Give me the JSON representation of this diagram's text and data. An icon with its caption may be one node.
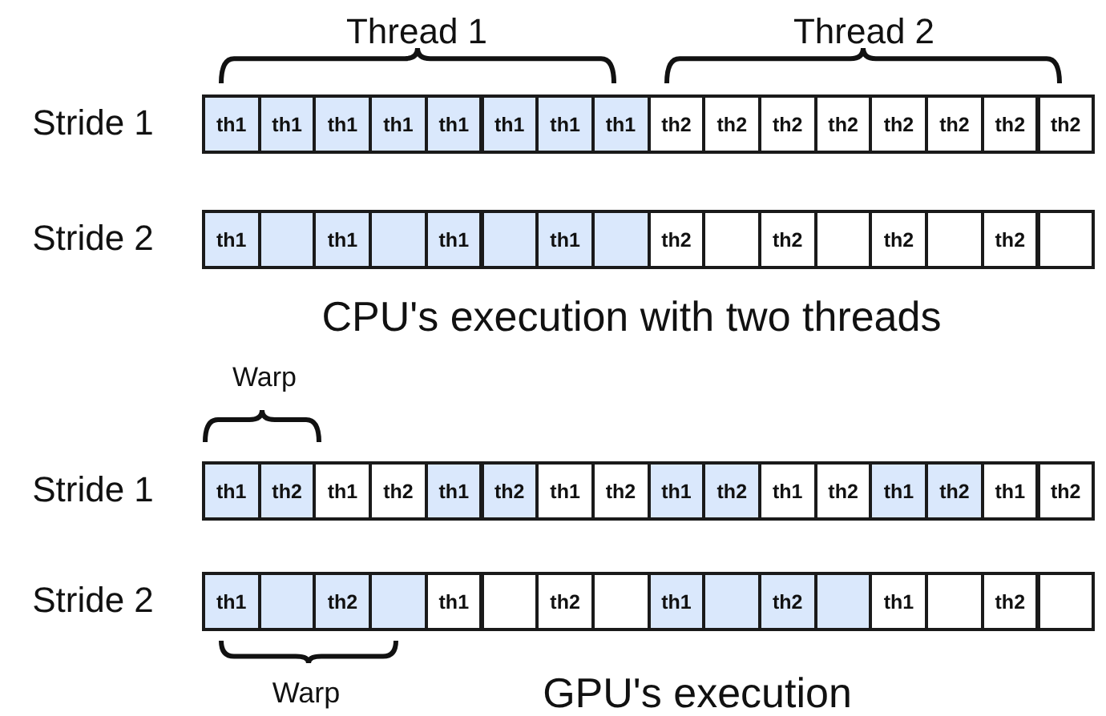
{
  "diagram": {
    "nodes": [
      {
        "text": [
          "th1"
        ]
      },
      {
        "text": [
          "th1"
        ]
      },
      {
        "text": [
          "th1"
        ]
      },
      {
        "text": [
          "th1"
        ]
      },
      {
        "text": [
          "th1"
        ]
      },
      {
        "text": [
          "th1"
        ]
      },
      {
        "text": [
          "th1"
        ]
      },
      {
        "text": [
          "th1"
        ]
      },
      {
        "text": [
          "th2"
        ]
      },
      {
        "text": [
          "th2"
        ]
      },
      {
        "text": [
          "th2"
        ]
      },
      {
        "text": [
          "th2"
        ]
      },
      {
        "text": [
          "th2"
        ]
      },
      {
        "text": [
          "th2"
        ]
      },
      {
        "text": [
          "th2"
        ]
      },
      {
        "text": [
          "th2"
        ]
      },
      {
        "text": [
          "th1"
        ]
      },
      {
        "text": [],
        "shape": "box"
      },
      {
        "text": [
          "th1"
        ]
      },
      {
        "text": [],
        "shape": "box"
      },
      {
        "text": [
          "th1"
        ]
      },
      {
        "text": [],
        "shape": "box"
      },
      {
        "text": [
          "th1"
        ]
      },
      {
        "text": [],
        "shape": "box"
      },
      {
        "text": [
          "th2"
        ]
      },
      {
        "text": [],
        "shape": "box"
      },
      {
        "text": [
          "th2"
        ]
      },
      {
        "text": [],
        "shape": "box"
      },
      {
        "text": [
          "th2"
        ]
      },
      {
        "text": [],
        "shape": "box"
      },
      {
        "text": [
          "th2"
        ]
      },
      {
        "text": [],
        "shape": "box"
      },
      {
        "text": [
          "th1"
        ]
      },
      {
        "text": [
          "th2"
        ]
      },
      {
        "text": [
          "th1"
        ]
      },
      {
        "text": [
          "th2"
        ]
      },
      {
        "text": [
          "th1"
        ]
      },
      {
        "text": [
          "th2"
        ]
      },
      {
        "text": [
          "th1"
        ]
      },
      {
        "text": [
          "th2"
        ]
      },
      {
        "text": [
          "th1"
        ]
      },
      {
        "text": [
          "th2"
        ]
      },
      {
        "text": [
          "th1"
        ]
      },
      {
        "text": [
          "th2"
        ]
      },
      {
        "text": [
          "th1"
        ]
      },
      {
        "text": [
          "th2"
        ]
      },
      {
        "text": [
          "th1"
        ]
      },
      {
        "text": [
          "th2"
        ]
      },
      {
        "text": [
          "th1"
        ]
      },
      {
        "text": [],
        "shape": "box"
      },
      {
        "text": [
          "th2"
        ]
      },
      {
        "text": [],
        "shape": "box"
      },
      {
        "text": [
          "th1"
        ]
      },
      {
        "text": [],
        "shape": "box"
      },
      {
        "text": [
          "th2"
        ]
      },
      {
        "text": [],
        "shape": "box"
      },
      {
        "text": [
          "th1"
        ]
      },
      {
        "text": [],
        "shape": "box"
      },
      {
        "text": [
          "th2"
        ]
      },
      {
        "text": [],
        "shape": "box"
      },
      {
        "text": [
          "th1"
        ]
      },
      {
        "text": [],
        "shape": "box"
      },
      {
        "text": [
          "th2"
        ]
      },
      {
        "text": [],
        "shape": "box"
      }
    ],
    "labels": [
      "Thread 1",
      "Thread 2",
      "Stride 1",
      "Stride 2",
      "CPU's execution with two threads",
      "Warp",
      "Stride 1",
      "Stride 2",
      "Warp",
      "GPU's execution"
    ]
  }
}
